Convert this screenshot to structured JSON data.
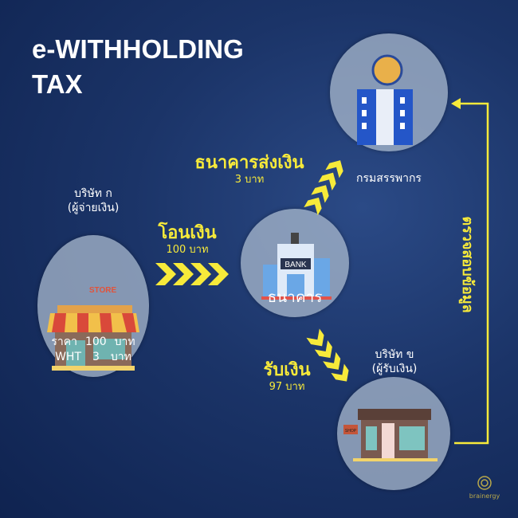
{
  "title": {
    "line1": "e-WITHHOLDING",
    "line2": "TAX"
  },
  "payer": {
    "name": "บริษัท ก",
    "role": "(ผู้จ่ายเงิน)",
    "price_label": "ราคา",
    "price_value": "100",
    "price_unit": "บาท",
    "wht_label": "WHT",
    "wht_value": "3",
    "wht_unit": "บาท",
    "sign": "STORE"
  },
  "transfer": {
    "label": "โอนเงิน",
    "amount": "100 บาท"
  },
  "bank": {
    "label": "ธนาคาร",
    "sign": "BANK"
  },
  "bank_send": {
    "label": "ธนาคารส่งเงิน",
    "amount": "3 บาท"
  },
  "revenue_dept": {
    "label": "กรมสรรพากร"
  },
  "receive": {
    "label": "รับเงิน",
    "amount": "97 บาท"
  },
  "payee": {
    "name": "บริษัท ข",
    "role": "(ผู้รับเงิน)",
    "sign": "SHOP"
  },
  "verify": {
    "label": "ตรวจสอบข้อมูล"
  },
  "brand": {
    "name": "brainergy"
  },
  "colors": {
    "accent": "#f7ea3a",
    "background": "#1b3468"
  }
}
